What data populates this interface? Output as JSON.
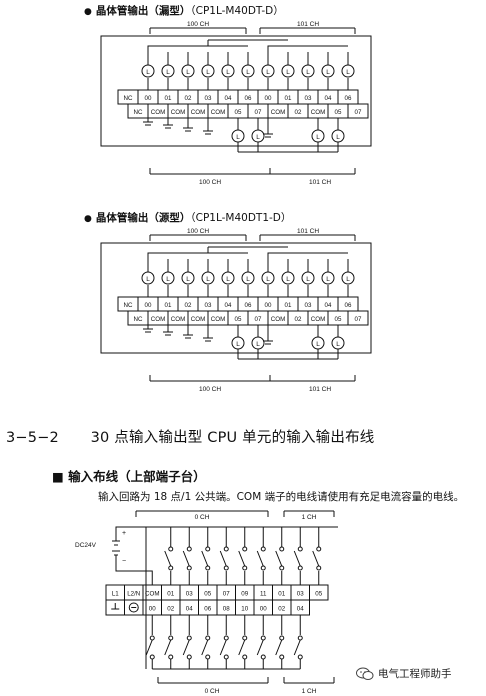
{
  "diagram1": {
    "bullet": "●",
    "title": "晶体管输出（漏型）",
    "model": "（CP1L-M40DT-D）",
    "ch_top_left": "100 CH",
    "ch_top_right": "101 CH",
    "ch_bottom_left": "100 CH",
    "ch_bottom_right": "101 CH",
    "row_top": [
      "NC",
      "00",
      "01",
      "02",
      "03",
      "04",
      "06",
      "00",
      "01",
      "03",
      "04",
      "06"
    ],
    "row_bottom": [
      "NC",
      "COM",
      "COM",
      "COM",
      "COM",
      "05",
      "07",
      "COM",
      "02",
      "COM",
      "05",
      "07"
    ],
    "load_label": "L"
  },
  "diagram2": {
    "bullet": "●",
    "title": "晶体管输出（源型）",
    "model": "（CP1L-M40DT1-D）",
    "ch_top_left": "100 CH",
    "ch_top_right": "101 CH",
    "ch_bottom_left": "100 CH",
    "ch_bottom_right": "101 CH",
    "row_top": [
      "NC",
      "00",
      "01",
      "02",
      "03",
      "04",
      "06",
      "00",
      "01",
      "03",
      "04",
      "06"
    ],
    "row_bottom": [
      "NC",
      "COM",
      "COM",
      "COM",
      "COM",
      "05",
      "07",
      "COM",
      "02",
      "COM",
      "05",
      "07"
    ],
    "load_label": "L"
  },
  "section": {
    "number": "3−5−2",
    "title": "30 点输入输出型 CPU 单元的输入输出布线"
  },
  "subsection": {
    "bullet": "■",
    "title": "输入布线（上部端子台）"
  },
  "note": "输入回路为 18 点/1 公共端。COM 端子的电线请使用有充足电流容量的电线。",
  "diagram3": {
    "ch_top_left": "0 CH",
    "ch_top_right": "1 CH",
    "ch_bottom_left": "0 CH",
    "ch_bottom_right": "1 CH",
    "supply": "DC24V",
    "plus": "+",
    "minus": "−",
    "row_top": [
      "L1",
      "L2/N",
      "COM",
      "01",
      "03",
      "05",
      "07",
      "09",
      "11",
      "01",
      "03",
      "05"
    ],
    "row_bottom": [
      "00",
      "02",
      "04",
      "06",
      "08",
      "10",
      "00",
      "02",
      "04"
    ]
  },
  "watermark": "电气工程师助手",
  "colors": {
    "ink": "#111111",
    "background": "#ffffff"
  }
}
